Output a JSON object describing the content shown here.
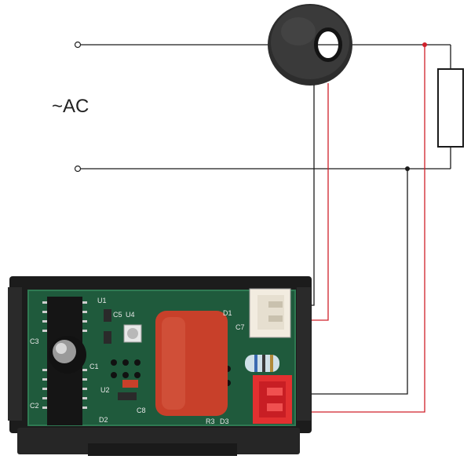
{
  "source_label": "~AC",
  "colors": {
    "wire_black": "#1a1a1a",
    "wire_red": "#d0202a",
    "pcb": "#1f5a3c",
    "capacitor": "#c8402a",
    "connector_red": "#e23030",
    "housing": "#1c1c1c"
  },
  "pcb_labels": {
    "u1": "U1",
    "u4": "U4",
    "c5": "C5",
    "c3": "C3",
    "c2": "C2",
    "c1": "C1",
    "u2": "U2",
    "c8": "C8",
    "d2": "D2",
    "d1": "D1",
    "d3": "D3",
    "c7": "C7",
    "r3": "R3"
  }
}
